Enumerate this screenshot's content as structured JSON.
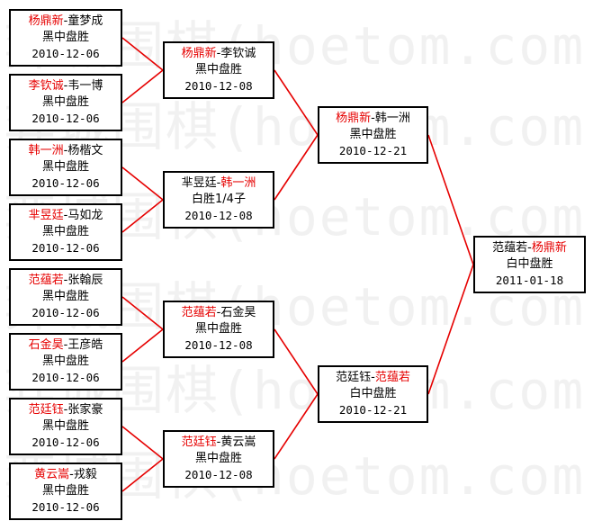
{
  "watermark": {
    "lines": [
      "弈城围棋(hoetom.com)",
      "弈城围棋(hoetom.com)",
      "弈城围棋(hoetom.com)",
      "弈城围棋(hoetom.com)",
      "弈城围棋(hoetom.com)",
      "弈城围棋(hoetom.com)"
    ]
  },
  "colors": {
    "winner": "#e60000",
    "connector": "#e60000",
    "border": "#000000"
  },
  "rounds": [
    {
      "matches": [
        {
          "p1": "杨鼎新",
          "sep": "-",
          "p2": "童梦成",
          "winner": 1,
          "result": "黑中盘胜",
          "date": "2010-12-06"
        },
        {
          "p1": "李钦诚",
          "sep": "-",
          "p2": "韦一博",
          "winner": 1,
          "result": "黑中盘胜",
          "date": "2010-12-06"
        },
        {
          "p1": "韩一洲",
          "sep": "-",
          "p2": "杨楷文",
          "winner": 1,
          "result": "黑中盘胜",
          "date": "2010-12-06"
        },
        {
          "p1": "芈昱廷",
          "sep": "-",
          "p2": "马如龙",
          "winner": 1,
          "result": "黑中盘胜",
          "date": "2010-12-06"
        },
        {
          "p1": "范蕴若",
          "sep": "-",
          "p2": "张翰辰",
          "winner": 1,
          "result": "黑中盘胜",
          "date": "2010-12-06"
        },
        {
          "p1": "石金昊",
          "sep": "-",
          "p2": "王彦皓",
          "winner": 1,
          "result": "黑中盘胜",
          "date": "2010-12-06"
        },
        {
          "p1": "范廷钰",
          "sep": "-",
          "p2": "张家豪",
          "winner": 1,
          "result": "黑中盘胜",
          "date": "2010-12-06"
        },
        {
          "p1": "黄云嵩",
          "sep": "-",
          "p2": "戎毅",
          "winner": 1,
          "result": "黑中盘胜",
          "date": "2010-12-06"
        }
      ]
    },
    {
      "matches": [
        {
          "p1": "杨鼎新",
          "sep": "-",
          "p2": "李钦诚",
          "winner": 1,
          "result": "黑中盘胜",
          "date": "2010-12-08"
        },
        {
          "p1": "芈昱廷",
          "sep": "-",
          "p2": "韩一洲",
          "winner": 2,
          "result": "白胜1/4子",
          "date": "2010-12-08"
        },
        {
          "p1": "范蕴若",
          "sep": "-",
          "p2": "石金昊",
          "winner": 1,
          "result": "黑中盘胜",
          "date": "2010-12-08"
        },
        {
          "p1": "范廷钰",
          "sep": "-",
          "p2": "黄云嵩",
          "winner": 1,
          "result": "黑中盘胜",
          "date": "2010-12-08"
        }
      ]
    },
    {
      "matches": [
        {
          "p1": "杨鼎新",
          "sep": "-",
          "p2": "韩一洲",
          "winner": 1,
          "result": "黑中盘胜",
          "date": "2010-12-21"
        },
        {
          "p1": "范廷钰",
          "sep": "-",
          "p2": "范蕴若",
          "winner": 2,
          "result": "白中盘胜",
          "date": "2010-12-21"
        }
      ]
    },
    {
      "matches": [
        {
          "p1": "范蕴若",
          "sep": "-",
          "p2": "杨鼎新",
          "winner": 2,
          "result": "白中盘胜",
          "date": "2011-01-18"
        }
      ]
    }
  ]
}
